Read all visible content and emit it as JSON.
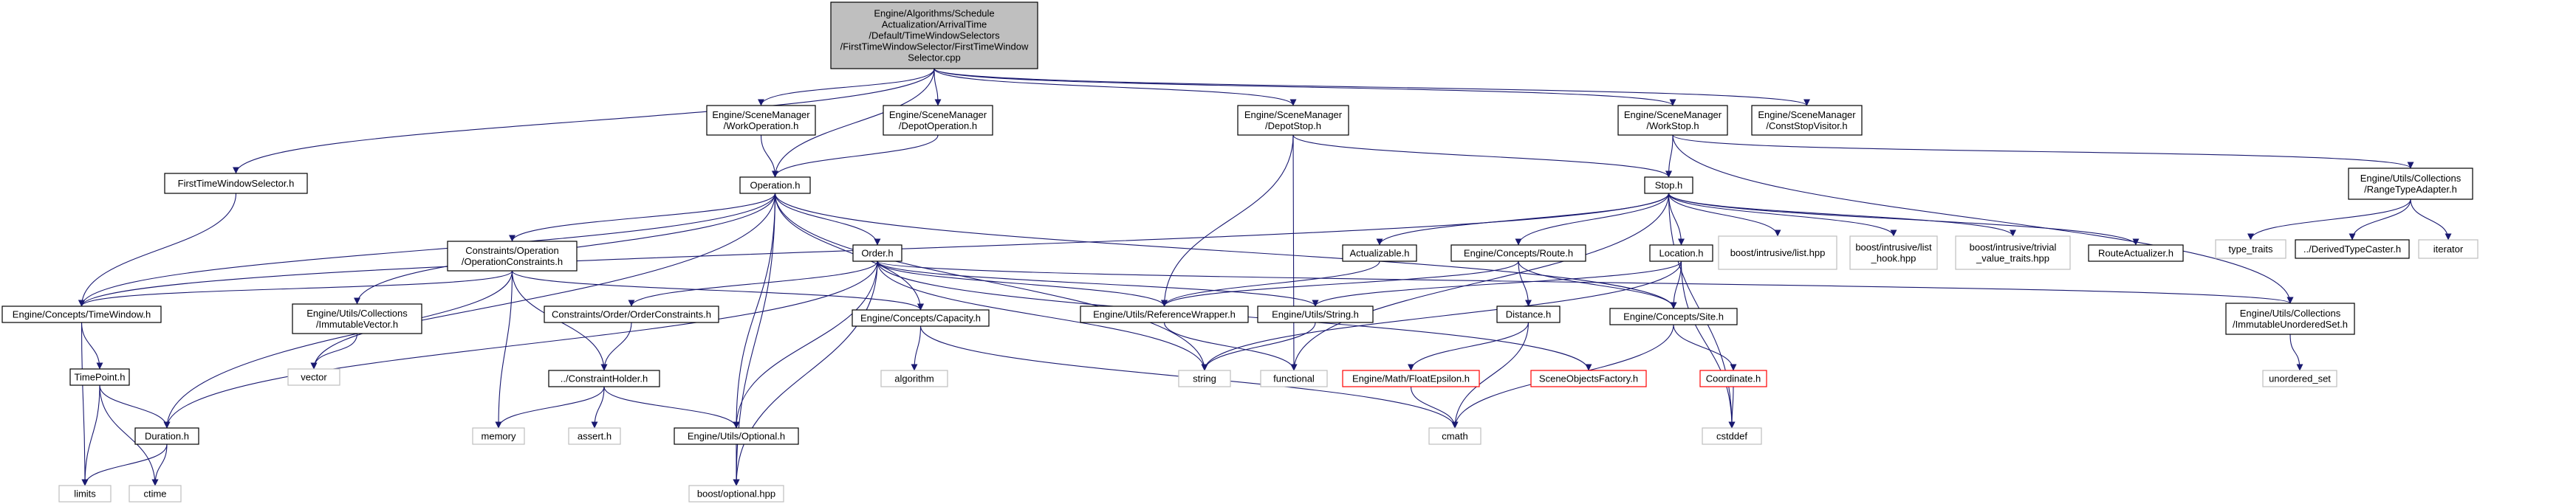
{
  "colors": {
    "root_fill": "#bfbfbf",
    "node_fill": "#ffffff",
    "node_border": "#000000",
    "external_border": "#bfbfbf",
    "missing_border": "#ff0000",
    "edge": "#191970"
  },
  "nodes": {
    "root": {
      "lines": [
        "Engine/Algorithms/Schedule",
        "Actualization/ArrivalTime",
        "/Default/TimeWindowSelectors",
        "/FirstTimeWindowSelector/FirstTimeWindow",
        "Selector.cpp"
      ]
    },
    "ftws": {
      "lines": [
        "FirstTimeWindowSelector.h"
      ]
    },
    "workop": {
      "lines": [
        "Engine/SceneManager",
        "/WorkOperation.h"
      ]
    },
    "depotop": {
      "lines": [
        "Engine/SceneManager",
        "/DepotOperation.h"
      ]
    },
    "depotstop": {
      "lines": [
        "Engine/SceneManager",
        "/DepotStop.h"
      ]
    },
    "workstop": {
      "lines": [
        "Engine/SceneManager",
        "/WorkStop.h"
      ]
    },
    "conststop": {
      "lines": [
        "Engine/SceneManager",
        "/ConstStopVisitor.h"
      ]
    },
    "operation": {
      "lines": [
        "Operation.h"
      ]
    },
    "stop": {
      "lines": [
        "Stop.h"
      ]
    },
    "rangetype": {
      "lines": [
        "Engine/Utils/Collections",
        "/RangeTypeAdapter.h"
      ]
    },
    "typetraits": {
      "lines": [
        "type_traits"
      ]
    },
    "derivedtc": {
      "lines": [
        "../DerivedTypeCaster.h"
      ]
    },
    "iterator": {
      "lines": [
        "iterator"
      ]
    },
    "opconstraints": {
      "lines": [
        "Constraints/Operation",
        "/OperationConstraints.h"
      ]
    },
    "order": {
      "lines": [
        "Order.h"
      ]
    },
    "actualizable": {
      "lines": [
        "Actualizable.h"
      ]
    },
    "route": {
      "lines": [
        "Engine/Concepts/Route.h"
      ]
    },
    "location": {
      "lines": [
        "Location.h"
      ]
    },
    "bilist": {
      "lines": [
        "boost/intrusive/list.hpp"
      ]
    },
    "bilisthook": {
      "lines": [
        "boost/intrusive/list",
        "_hook.hpp"
      ]
    },
    "bitrivial": {
      "lines": [
        "boost/intrusive/trivial",
        "_value_traits.hpp"
      ]
    },
    "routeact": {
      "lines": [
        "RouteActualizer.h"
      ]
    },
    "timewindow": {
      "lines": [
        "Engine/Concepts/TimeWindow.h"
      ]
    },
    "immvector": {
      "lines": [
        "Engine/Utils/Collections",
        "/ImmutableVector.h"
      ]
    },
    "orderconstraints": {
      "lines": [
        "Constraints/Order/OrderConstraints.h"
      ]
    },
    "refwrapper": {
      "lines": [
        "Engine/Utils/ReferenceWrapper.h"
      ]
    },
    "enginestring": {
      "lines": [
        "Engine/Utils/String.h"
      ]
    },
    "capacity": {
      "lines": [
        "Engine/Concepts/Capacity.h"
      ]
    },
    "distance": {
      "lines": [
        "Distance.h"
      ]
    },
    "site": {
      "lines": [
        "Engine/Concepts/Site.h"
      ]
    },
    "immuset": {
      "lines": [
        "Engine/Utils/Collections",
        "/ImmutableUnorderedSet.h"
      ]
    },
    "timepoint": {
      "lines": [
        "TimePoint.h"
      ]
    },
    "vector": {
      "lines": [
        "vector"
      ]
    },
    "consholder": {
      "lines": [
        "../ConstraintHolder.h"
      ]
    },
    "algorithm": {
      "lines": [
        "algorithm"
      ]
    },
    "string": {
      "lines": [
        "string"
      ]
    },
    "functional": {
      "lines": [
        "functional"
      ]
    },
    "floateps": {
      "lines": [
        "Engine/Math/FloatEpsilon.h"
      ]
    },
    "sceneobj": {
      "lines": [
        "SceneObjectsFactory.h"
      ]
    },
    "coordinate": {
      "lines": [
        "Coordinate.h"
      ]
    },
    "unorderedset": {
      "lines": [
        "unordered_set"
      ]
    },
    "duration": {
      "lines": [
        "Duration.h"
      ]
    },
    "memory": {
      "lines": [
        "memory"
      ]
    },
    "asserth": {
      "lines": [
        "assert.h"
      ]
    },
    "optional": {
      "lines": [
        "Engine/Utils/Optional.h"
      ]
    },
    "cmath": {
      "lines": [
        "cmath"
      ]
    },
    "cstddef": {
      "lines": [
        "cstddef"
      ]
    },
    "limits": {
      "lines": [
        "limits"
      ]
    },
    "ctime": {
      "lines": [
        "ctime"
      ]
    },
    "boostoptional": {
      "lines": [
        "boost/optional.hpp"
      ]
    }
  }
}
